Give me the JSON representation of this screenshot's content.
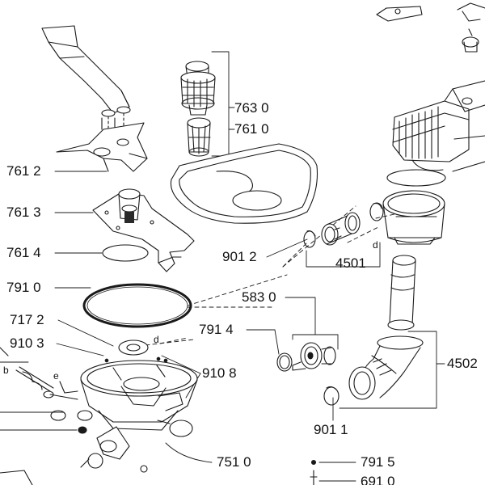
{
  "diagram": {
    "callouts": {
      "c7612": "761 2",
      "c7613": "761 3",
      "c7614": "761 4",
      "c7910": "791 0",
      "c7172": "717 2",
      "c9103": "910 3",
      "c7630": "763 0",
      "c7610": "761 0",
      "c9012": "901 2",
      "c4501": "4501",
      "c5830": "583 0",
      "c7914": "791 4",
      "c9108": "910 8",
      "c4502": "4502",
      "c9011": "901 1",
      "c7510": "751 0",
      "c7915": "791 5",
      "c6910": "691 0"
    },
    "letters": {
      "d_upper": "d",
      "d_lower": "d",
      "b": "b",
      "e": "e"
    },
    "colors": {
      "line": "#1a1a1a",
      "fill": "#ffffff",
      "shade": "#d9d9d9"
    }
  }
}
